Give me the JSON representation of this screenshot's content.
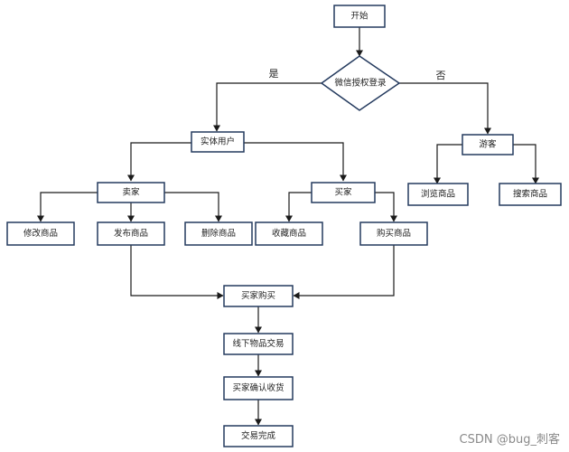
{
  "nodes": {
    "start": "开始",
    "decision": "微信授权登录",
    "real_user": "实体用户",
    "guest": "游客",
    "seller": "卖家",
    "buyer": "买家",
    "edit_item": "修改商品",
    "publish_item": "发布商品",
    "delete_item": "删除商品",
    "favorite_item": "收藏商品",
    "buy_item": "购买商品",
    "browse_item": "浏览商品",
    "search_item": "搜索商品",
    "buyer_purchase": "买家购买",
    "offline_trade": "线下物品交易",
    "confirm_receipt": "买家确认收货",
    "trade_done": "交易完成"
  },
  "edges": {
    "yes": "是",
    "no": "否"
  },
  "colors": {
    "stroke": "#243a5e",
    "box_fill": "#ffffff",
    "line": "#1a1a1a"
  },
  "watermark": "CSDN @bug_刺客"
}
